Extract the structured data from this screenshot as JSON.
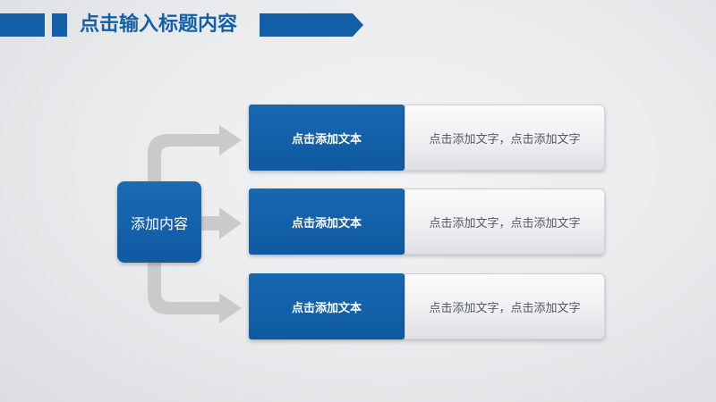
{
  "header": {
    "title": "点击输入标题内容"
  },
  "hub": {
    "label": "添加内容"
  },
  "rows": [
    {
      "label": "点击添加文本",
      "text": "点击添加文字，点击添加文字"
    },
    {
      "label": "点击添加文本",
      "text": "点击添加文字，点击添加文字"
    },
    {
      "label": "点击添加文本",
      "text": "点击添加文字，点击添加文字"
    }
  ],
  "colors": {
    "primary": "#1360a8",
    "connector": "#c9cacc",
    "text_box_text": "#555a60"
  }
}
